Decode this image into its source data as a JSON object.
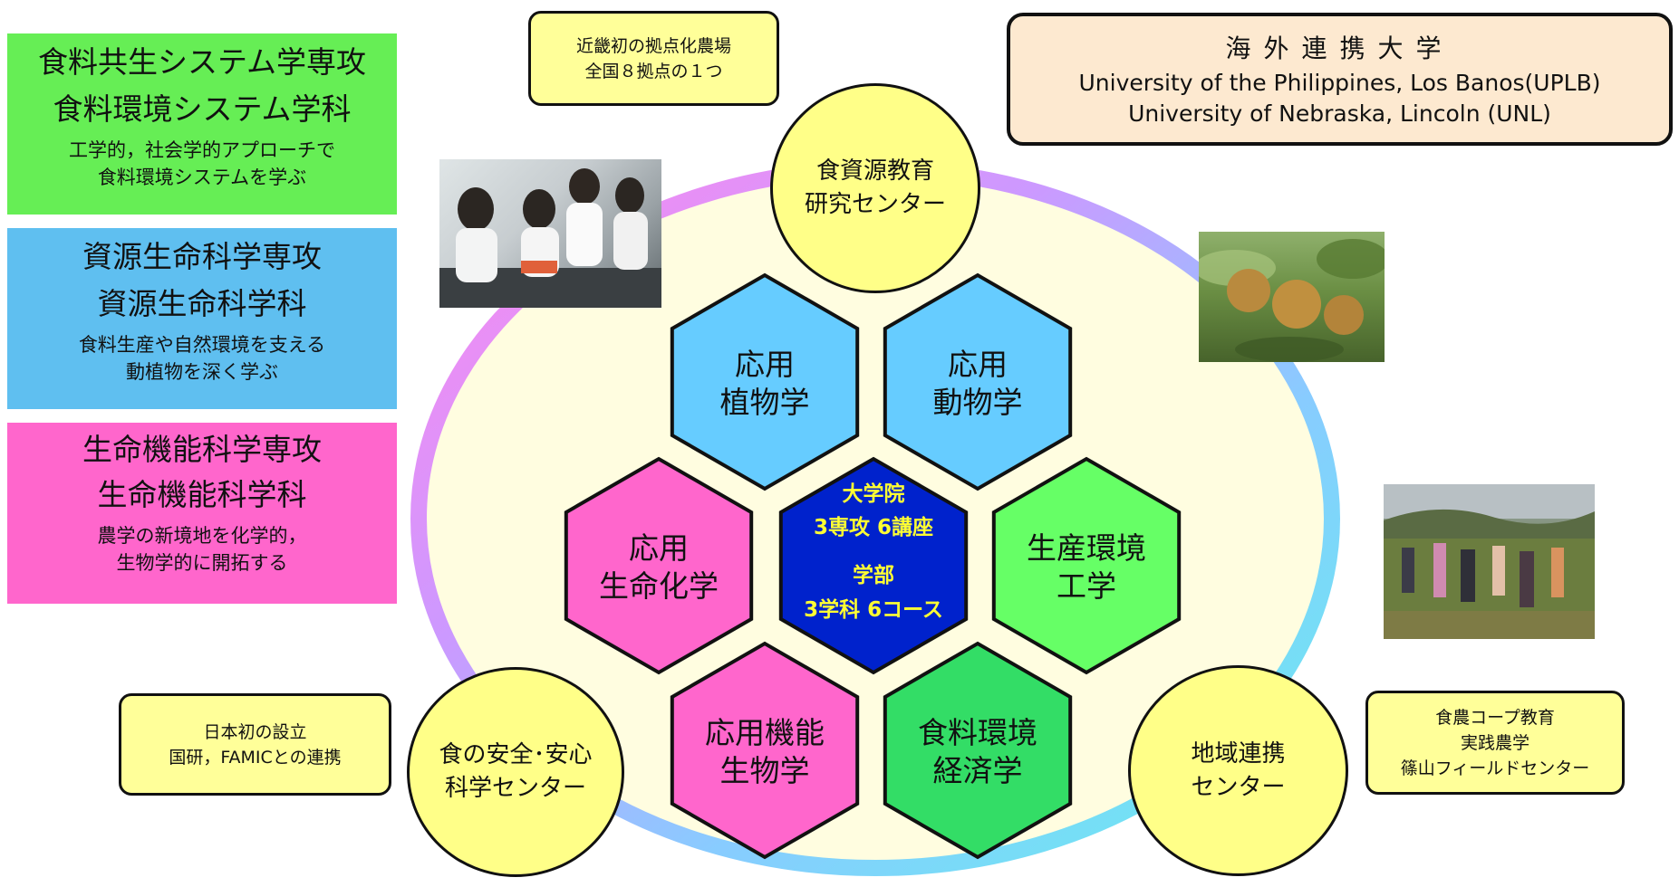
{
  "departments": [
    {
      "line1": "食料共生システム学専攻",
      "line2": "食料環境システム学科",
      "desc1": "工学的，社会学的アプローチで",
      "desc2": "食料環境システムを学ぶ",
      "color": "#66ee55"
    },
    {
      "line1": "資源生命科学専攻",
      "line2": "資源生命科学科",
      "desc1": "食料生産や自然環境を支える",
      "desc2": "動植物を深く学ぶ",
      "color": "#5fbff0"
    },
    {
      "line1": "生命機能科学専攻",
      "line2": "生命機能科学科",
      "desc1": "農学の新境地を化学的，",
      "desc2": "生物学的に開拓する",
      "color": "#ff66cc"
    }
  ],
  "notes": {
    "top": {
      "line1": "近畿初の拠点化農場",
      "line2": "全国８拠点の１つ"
    },
    "bottom_left": {
      "line1": "日本初の設立",
      "line2": "国研，FAMICとの連携"
    },
    "bottom_right": {
      "line1": "食農コープ教育",
      "line2": "実践農学",
      "line3": "篠山フィールドセンター"
    }
  },
  "partners": {
    "heading": "海外連携大学",
    "univ1": "University of the Philippines,  Los Banos(UPLB)",
    "univ2": "University of Nebraska, Lincoln (UNL)"
  },
  "centers": {
    "top": {
      "line1": "食資源教育",
      "line2": "研究センター"
    },
    "left": {
      "line1": "食の安全･安心",
      "line2": "科学センター"
    },
    "right": {
      "line1": "地域連携",
      "line2": "センター"
    }
  },
  "hexagons": [
    {
      "id": "plant",
      "line1": "応用",
      "line2": "植物学",
      "color": "#66ccff"
    },
    {
      "id": "animal",
      "line1": "応用",
      "line2": "動物学",
      "color": "#66ccff"
    },
    {
      "id": "biochem",
      "line1": "応用",
      "line2": "生命化学",
      "color": "#ff66cc"
    },
    {
      "id": "env-eng",
      "line1": "生産環境",
      "line2": "工学",
      "color": "#66ff66"
    },
    {
      "id": "funcbio",
      "line1": "応用機能",
      "line2": "生物学",
      "color": "#ff66cc"
    },
    {
      "id": "econ",
      "line1": "食料環境",
      "line2": "経済学",
      "color": "#33dd66"
    }
  ],
  "core": {
    "line1": "大学院",
    "line2": "3専攻  6講座",
    "line3": "学部",
    "line4": "3学科  6コース",
    "bg": "#0022cc",
    "text_color": "#ffff33"
  }
}
